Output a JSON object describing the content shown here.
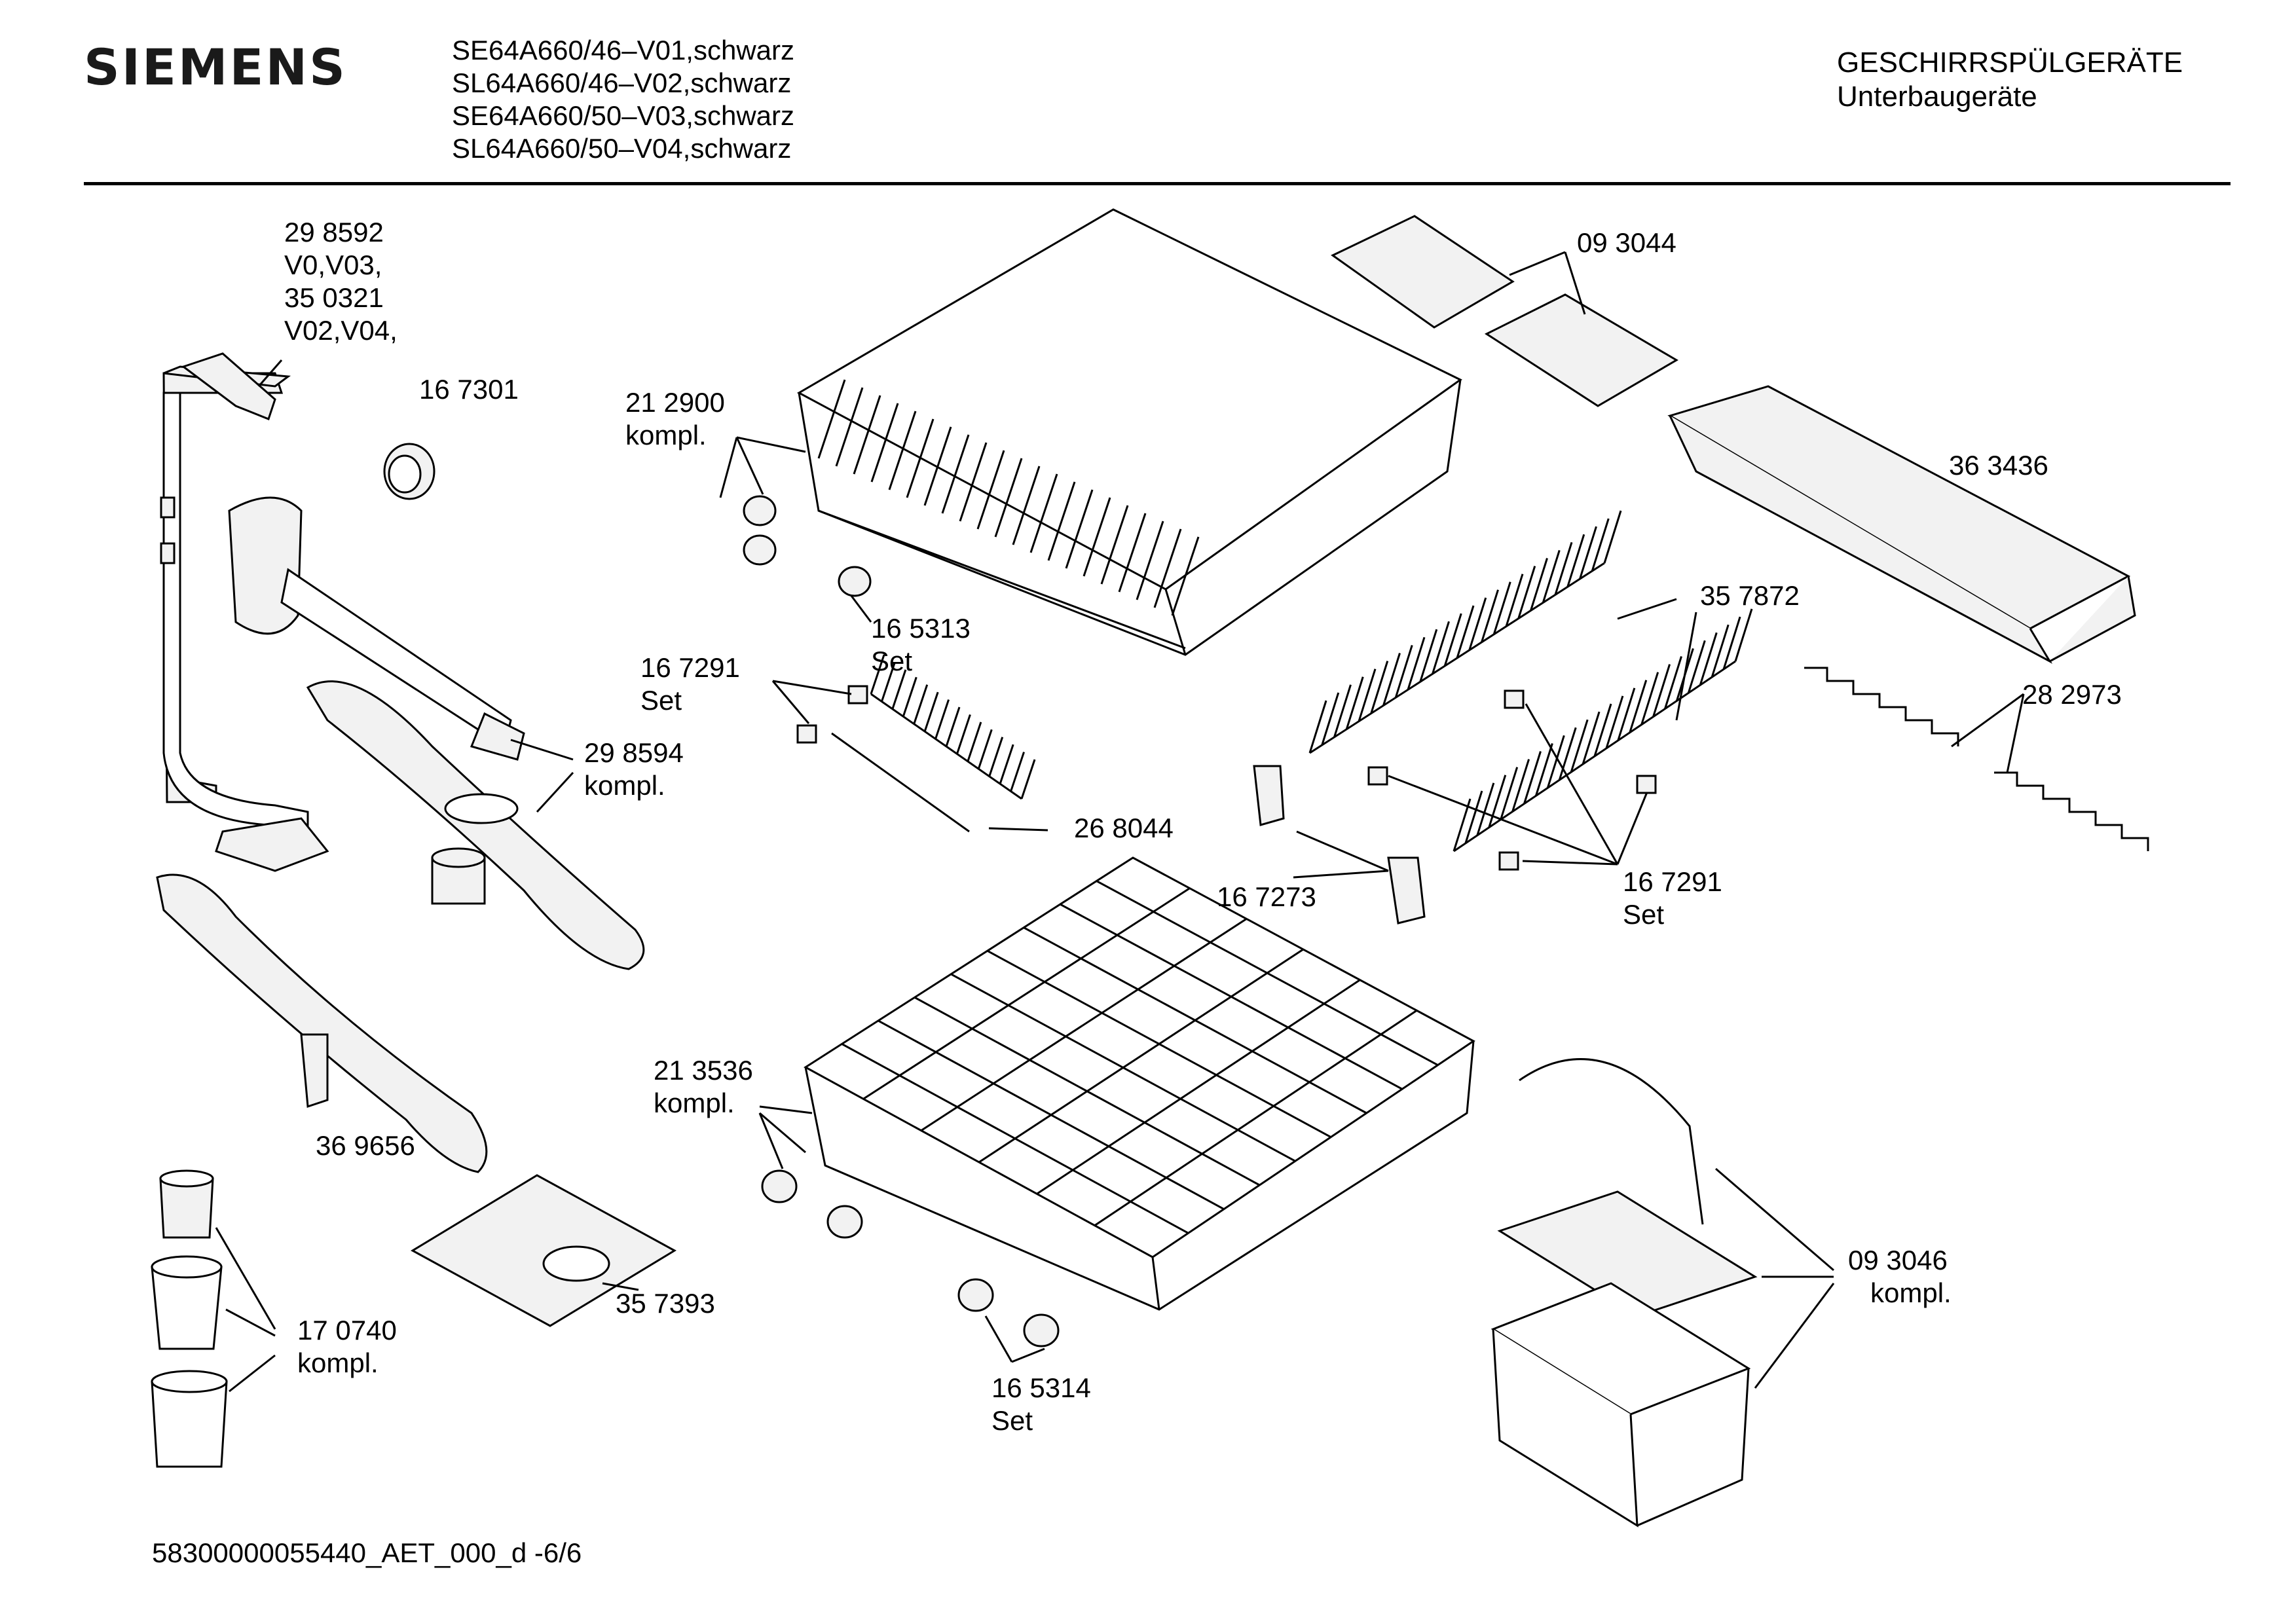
{
  "header": {
    "brand": "SIEMENS",
    "models": [
      "SE64A660/46–V01,schwarz",
      "SL64A660/46–V02,schwarz",
      "SE64A660/50–V03,schwarz",
      "SL64A660/50–V04,schwarz"
    ],
    "category": "GESCHIRRSPÜLGERÄTE",
    "subcategory": "Unterbaugeräte"
  },
  "footer": {
    "doc_code": "58300000055440_AET_000_d   -6/6"
  },
  "parts": {
    "p298592": {
      "number": "29 8592",
      "note1": "V0,V03,"
    },
    "p350321": {
      "number": "35 0321",
      "note1": "V02,V04,"
    },
    "p167301": {
      "number": "16 7301"
    },
    "p212900": {
      "number": "21 2900",
      "note1": "kompl."
    },
    "p165313": {
      "number": "16 5313",
      "note1": "Set"
    },
    "p167291a": {
      "number": "16 7291",
      "note1": "Set"
    },
    "p298594": {
      "number": "29 8594",
      "note1": "kompl."
    },
    "p268044": {
      "number": "26 8044"
    },
    "p093044": {
      "number": "09 3044"
    },
    "p363436": {
      "number": "36 3436"
    },
    "p357872": {
      "number": "35 7872"
    },
    "p282973": {
      "number": "28 2973"
    },
    "p167273": {
      "number": "16 7273"
    },
    "p167291b": {
      "number": "16 7291",
      "note1": "Set"
    },
    "p213536": {
      "number": "21 3536",
      "note1": "kompl."
    },
    "p369656": {
      "number": "36 9656"
    },
    "p357393": {
      "number": "35 7393"
    },
    "p170740": {
      "number": "17 0740",
      "note1": "kompl."
    },
    "p165314": {
      "number": "16 5314",
      "note1": "Set"
    },
    "p093046": {
      "number": "09 3046",
      "note1": "kompl."
    }
  }
}
